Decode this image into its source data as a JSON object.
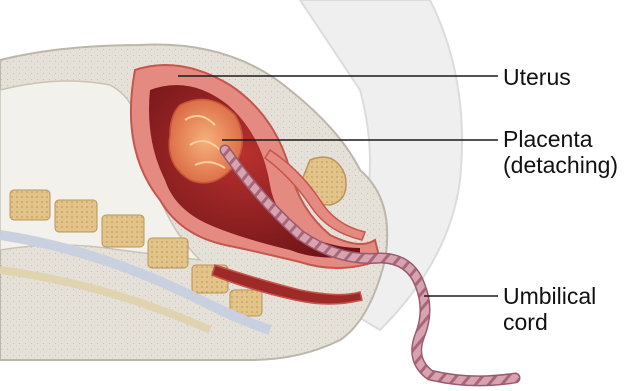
{
  "labels": {
    "uterus": "Uterus",
    "placenta_line1": "Placenta",
    "placenta_line2": "(detaching)",
    "cord_line1": "Umbilical",
    "cord_line2": "cord"
  },
  "colors": {
    "leader_line": "#1a1a1a",
    "uterus_wall": "#e58a80",
    "uterine_cavity": "#8e1e22",
    "placenta": "#e8855a",
    "tissue": "#e9e4dc",
    "bone": "#d8b87a",
    "cord": "#c98e9e"
  }
}
